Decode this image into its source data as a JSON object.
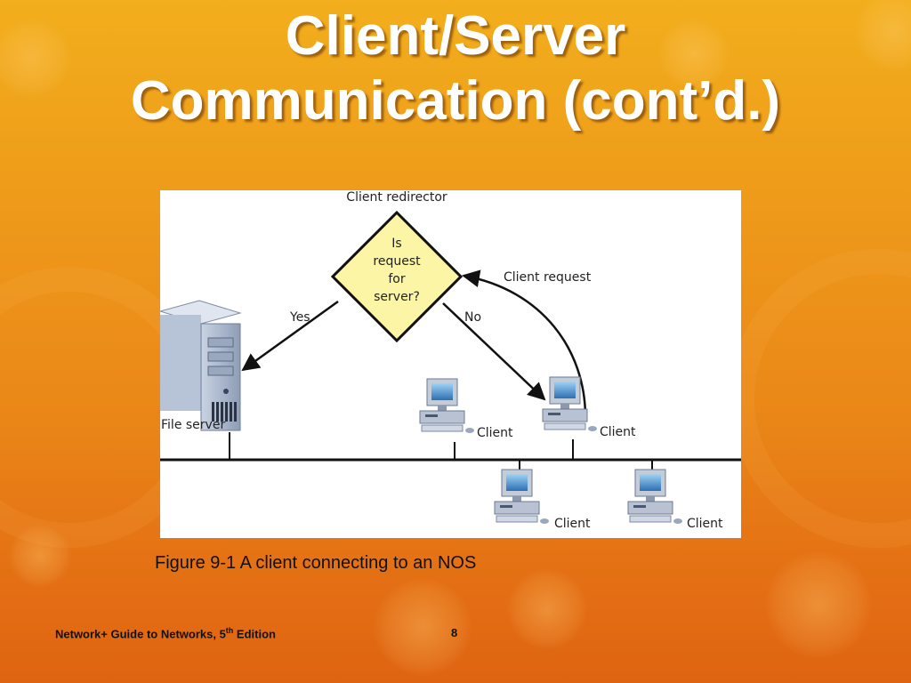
{
  "slide": {
    "title_line1": "Client/Server",
    "title_line2": "Communication (cont’d.)",
    "caption": "Figure 9-1 A client connecting to an NOS",
    "footer": {
      "text": "Network+ Guide to Networks, 5",
      "sup": "th",
      "text_after": " Edition",
      "page_number": "8"
    }
  },
  "diagram": {
    "redirector_label": "Client redirector",
    "decision_lines": [
      "Is",
      "request",
      "for",
      "server?"
    ],
    "yes_label": "Yes",
    "no_label": "No",
    "client_request_label": "Client request",
    "file_server_label": "File server",
    "client_label_1": "Client",
    "client_label_2": "Client",
    "client_label_3": "Client",
    "client_label_4": "Client"
  },
  "colors": {
    "background_top": "#f2ae1c",
    "background_bottom": "#df6412",
    "decision_fill": "#fdf5a6",
    "title_text": "#ffffff"
  }
}
